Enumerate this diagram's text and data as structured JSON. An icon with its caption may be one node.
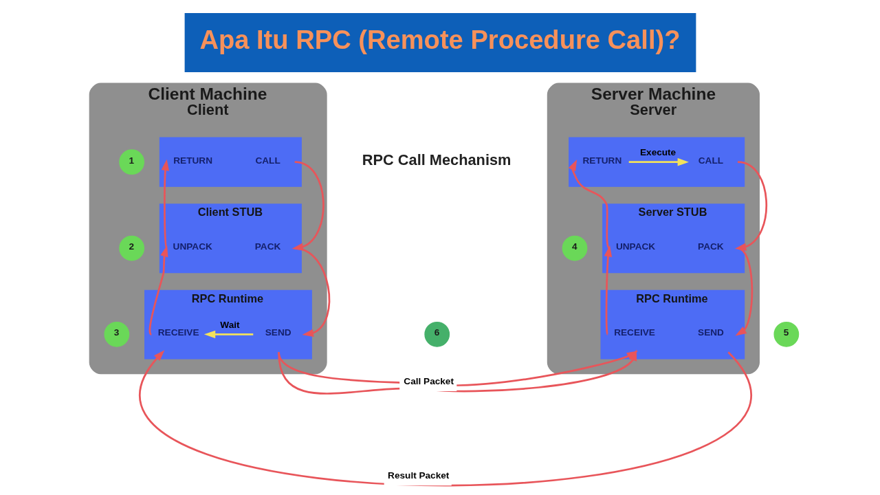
{
  "diagram": {
    "title": "Apa Itu RPC (Remote Procedure Call)?",
    "nodes": [
      {
        "text": [
          "Client Machine",
          "Client"
        ]
      },
      {
        "text": [
          "1"
        ],
        "in": 0
      },
      {
        "text": [],
        "shape": "box",
        "in": 0
      },
      {
        "text": [
          "RETURN"
        ],
        "in": 2
      },
      {
        "text": [
          "CALL"
        ],
        "in": 2
      },
      {
        "text": [
          "2"
        ],
        "in": 0
      },
      {
        "text": [
          "Client STUB"
        ],
        "in": 0
      },
      {
        "text": [
          "UNPACK"
        ],
        "in": 6
      },
      {
        "text": [
          "PACK"
        ],
        "in": 6
      },
      {
        "text": [
          "3"
        ],
        "in": 0
      },
      {
        "text": [
          "RPC Runtime"
        ],
        "in": 0
      },
      {
        "text": [
          "RECEIVE"
        ],
        "in": 10
      },
      {
        "text": [
          "SEND"
        ],
        "in": 10
      },
      {
        "text": [
          "6"
        ]
      },
      {
        "text": [
          "Server Machine",
          "Server"
        ]
      },
      {
        "text": [],
        "shape": "box",
        "in": 14
      },
      {
        "text": [
          "RETURN"
        ],
        "in": 15
      },
      {
        "text": [
          "CALL"
        ],
        "in": 15
      },
      {
        "text": [
          "4"
        ],
        "in": 14
      },
      {
        "text": [
          "Server STUB"
        ],
        "in": 14
      },
      {
        "text": [
          "UNPACK"
        ],
        "in": 19
      },
      {
        "text": [
          "PACK"
        ],
        "in": 19
      },
      {
        "text": [
          "RPC Runtime"
        ],
        "in": 14
      },
      {
        "text": [
          "RECEIVE"
        ],
        "in": 22
      },
      {
        "text": [
          "SEND"
        ],
        "in": 22
      },
      {
        "text": [
          "5"
        ]
      }
    ],
    "edges": [
      {
        "from": 4,
        "to": 8,
        "arrow": "to"
      },
      {
        "from": 8,
        "to": 12,
        "arrow": "to"
      },
      {
        "from": 12,
        "to": 11,
        "arrow": "to",
        "label": "Wait",
        "color": "#f2e15c"
      },
      {
        "from": 12,
        "to": 23,
        "arrow": "to",
        "label": "Call Packet"
      },
      {
        "from": 23,
        "to": 20,
        "arrow": "to"
      },
      {
        "from": 20,
        "to": 16,
        "arrow": "to"
      },
      {
        "from": 16,
        "to": 17,
        "arrow": "to",
        "label": "Execute",
        "color": "#f2e15c"
      },
      {
        "from": 17,
        "to": 21,
        "arrow": "to"
      },
      {
        "from": 21,
        "to": 24,
        "arrow": "to"
      },
      {
        "from": 24,
        "to": 11,
        "arrow": "to",
        "label": "Result Packet"
      },
      {
        "from": 11,
        "to": 7,
        "arrow": "to"
      },
      {
        "from": 7,
        "to": 3,
        "arrow": "to"
      }
    ],
    "labels": [
      "RPC Call Mechanism"
    ]
  }
}
